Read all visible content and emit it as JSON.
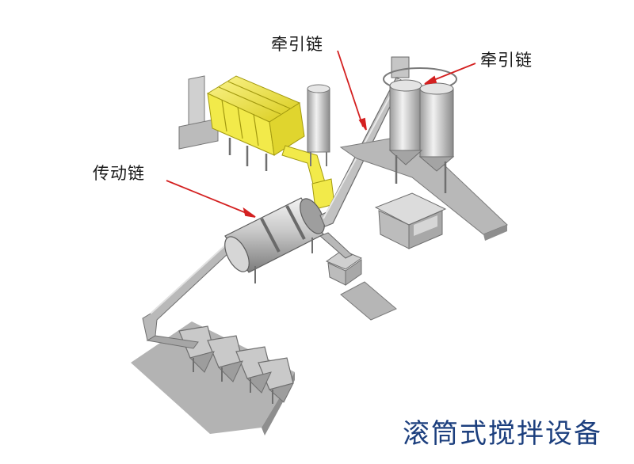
{
  "diagram": {
    "title": "滚筒式搅拌设备",
    "callouts": {
      "upper_chain": "牵引链",
      "silo_chain": "牵引链",
      "drive_chain": "传动链"
    },
    "colors": {
      "equipment": "#bdbdbd",
      "equipment_dark": "#8a8a8a",
      "dust_filter": "#f2ea4a",
      "leader_line": "#d42020",
      "title": "#1c3f7e"
    }
  }
}
